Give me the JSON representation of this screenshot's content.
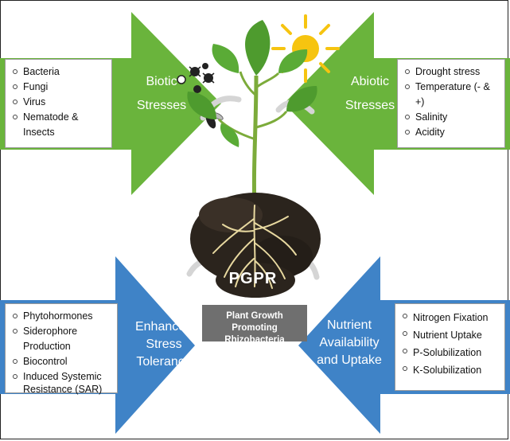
{
  "colors": {
    "green_arrow": "#6ab43c",
    "blue_arrow": "#3f83c7",
    "sun": "#f6c410",
    "soil": "#2b241d",
    "root": "#e8d9a0",
    "leaf": "#4e9b2e",
    "label_bg": "#6f6f6f"
  },
  "biotic": {
    "label_line1": "Biotic",
    "label_line2": "Stresses",
    "items": [
      "Bacteria",
      "Fungi",
      "Virus",
      "Nematode & Insects"
    ]
  },
  "abiotic": {
    "label_line1": "Abiotic",
    "label_line2": "Stresses",
    "items": [
      "Drought stress",
      "Temperature (- & +)",
      "Salinity",
      "Acidity"
    ]
  },
  "enhanced": {
    "label_line1": "Enhanced",
    "label_line2": "Stress",
    "label_line3": "Tolerance",
    "items": [
      "Phytohormones",
      "Siderophore Production",
      "Biocontrol",
      "Induced Systemic Resistance (SAR)"
    ]
  },
  "nutrient": {
    "label_line1": "Nutrient",
    "label_line2": "Availability",
    "label_line3": "and Uptake",
    "items": [
      "Nitrogen Fixation",
      "Nutrient Uptake",
      "P-Solubilization",
      "K-Solubilization"
    ]
  },
  "center": {
    "acronym": "PGPR",
    "full_line1": "Plant Growth Promoting",
    "full_line2": "Rhizobacteria"
  },
  "icons": [
    "sun-icon",
    "microbe-icon",
    "insect-icon",
    "plant-icon",
    "soil-root-icon",
    "curved-arrow-icon"
  ]
}
